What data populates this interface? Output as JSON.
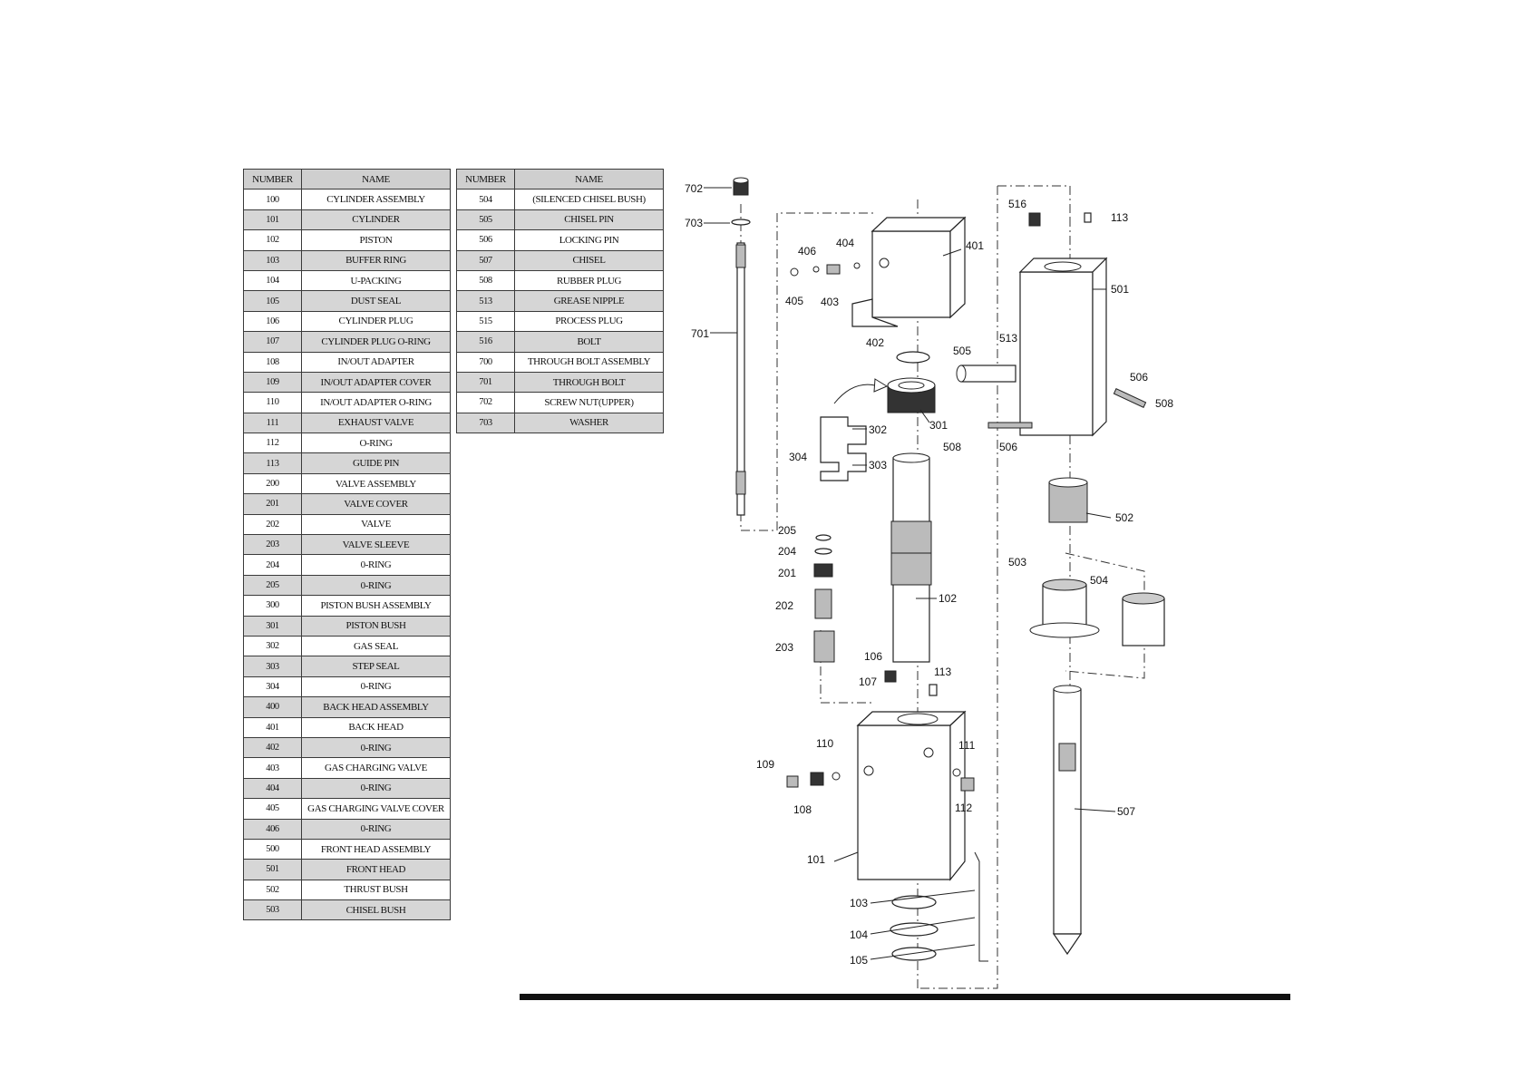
{
  "table_left": {
    "headers": [
      "NUMBER",
      "NAME"
    ],
    "rows": [
      [
        "100",
        "CYLINDER ASSEMBLY"
      ],
      [
        "101",
        "CYLINDER"
      ],
      [
        "102",
        "PISTON"
      ],
      [
        "103",
        "BUFFER RING"
      ],
      [
        "104",
        "U-PACKING"
      ],
      [
        "105",
        "DUST SEAL"
      ],
      [
        "106",
        "CYLINDER PLUG"
      ],
      [
        "107",
        "CYLINDER PLUG O-RING"
      ],
      [
        "108",
        "IN/OUT ADAPTER"
      ],
      [
        "109",
        "IN/OUT ADAPTER COVER"
      ],
      [
        "110",
        "IN/OUT ADAPTER O-RING"
      ],
      [
        "111",
        "EXHAUST VALVE"
      ],
      [
        "112",
        "O-RING"
      ],
      [
        "113",
        "GUIDE PIN"
      ],
      [
        "200",
        "VALVE ASSEMBLY"
      ],
      [
        "201",
        "VALVE COVER"
      ],
      [
        "202",
        "VALVE"
      ],
      [
        "203",
        "VALVE SLEEVE"
      ],
      [
        "204",
        "0-RING"
      ],
      [
        "205",
        "0-RING"
      ],
      [
        "300",
        "PISTON BUSH ASSEMBLY"
      ],
      [
        "301",
        "PISTON BUSH"
      ],
      [
        "302",
        "GAS SEAL"
      ],
      [
        "303",
        "STEP SEAL"
      ],
      [
        "304",
        "0-RING"
      ],
      [
        "400",
        "BACK HEAD ASSEMBLY"
      ],
      [
        "401",
        "BACK HEAD"
      ],
      [
        "402",
        "0-RING"
      ],
      [
        "403",
        "GAS CHARGING VALVE"
      ],
      [
        "404",
        "0-RING"
      ],
      [
        "405",
        "GAS CHARGING VALVE COVER"
      ],
      [
        "406",
        "0-RING"
      ],
      [
        "500",
        "FRONT HEAD ASSEMBLY"
      ],
      [
        "501",
        "FRONT HEAD"
      ],
      [
        "502",
        "THRUST BUSH"
      ],
      [
        "503",
        "CHISEL BUSH"
      ]
    ]
  },
  "table_right": {
    "headers": [
      "NUMBER",
      "NAME"
    ],
    "rows": [
      [
        "504",
        "(SILENCED CHISEL BUSH)"
      ],
      [
        "505",
        "CHISEL PIN"
      ],
      [
        "506",
        "LOCKING PIN"
      ],
      [
        "507",
        "CHISEL"
      ],
      [
        "508",
        "RUBBER PLUG"
      ],
      [
        "513",
        "GREASE NIPPLE"
      ],
      [
        "515",
        "PROCESS PLUG"
      ],
      [
        "516",
        "BOLT"
      ],
      [
        "700",
        "THROUGH BOLT ASSEMBLY"
      ],
      [
        "701",
        "THROUGH BOLT"
      ],
      [
        "702",
        "SCREW NUT(UPPER)"
      ],
      [
        "703",
        "WASHER"
      ]
    ]
  },
  "callouts": [
    "702",
    "703",
    "701",
    "406",
    "404",
    "401",
    "405",
    "403",
    "402",
    "301",
    "302",
    "304",
    "303",
    "205",
    "204",
    "201",
    "202",
    "203",
    "102",
    "106",
    "107",
    "113",
    "110",
    "111",
    "109",
    "108",
    "112",
    "101",
    "103",
    "104",
    "105",
    "516",
    "113",
    "501",
    "505",
    "513",
    "506",
    "508",
    "508",
    "506",
    "502",
    "503",
    "504",
    "507"
  ]
}
